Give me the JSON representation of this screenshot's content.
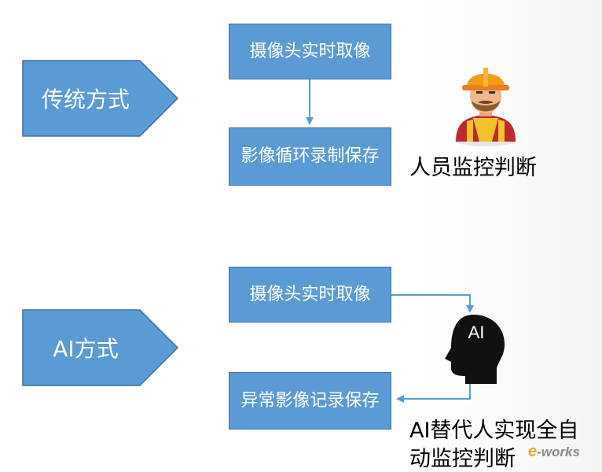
{
  "traditional": {
    "method_label": "传统方式",
    "step1": "摄像头实时取像",
    "step2": "影像循环录制保存",
    "judge_text": "人员监控判断"
  },
  "ai": {
    "method_label": "AI方式",
    "step1": "摄像头实时取像",
    "step2": "异常影像记录保存",
    "head_label": "AI",
    "judge_text": "AI替代人实现全自动监控判断"
  },
  "colors": {
    "box_fill": "#5b9bd5",
    "box_border": "#41719c",
    "arrow_line": "#5b9bd5"
  },
  "watermark": {
    "text_e": "e",
    "text_rest": "-works"
  }
}
